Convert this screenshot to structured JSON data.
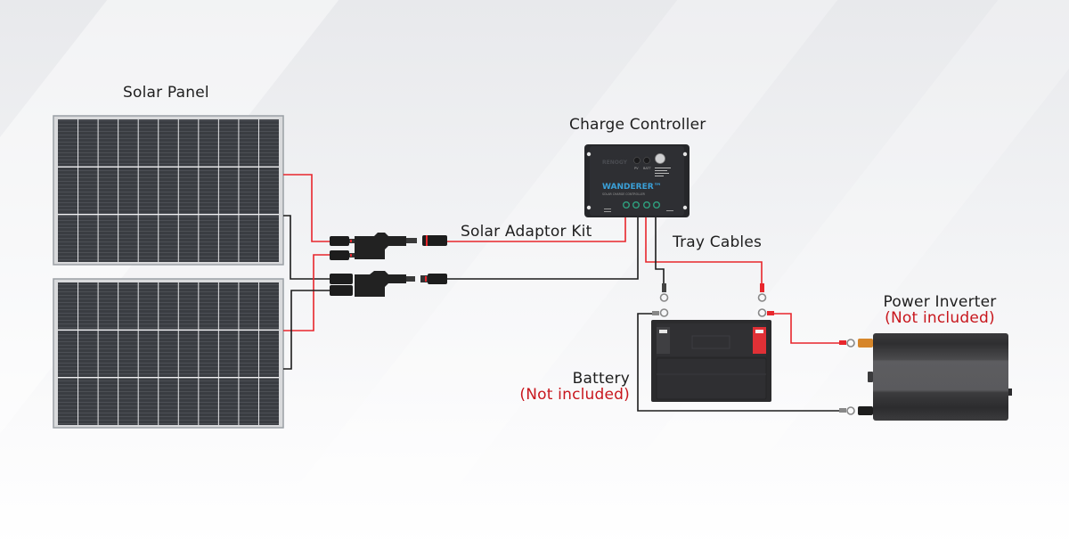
{
  "labels": {
    "solar_panel": "Solar Panel",
    "charge_controller": "Charge Controller",
    "solar_adaptor_kit": "Solar Adaptor Kit",
    "tray_cables": "Tray Cables",
    "power_inverter": "Power Inverter",
    "power_inverter_note": "(Not included)",
    "battery": "Battery",
    "battery_note": "(Not included)"
  },
  "controller": {
    "brand": "WANDERER™",
    "subtitle": "SOLAR CHARGE CONTROLLER",
    "indicator_pv": "PV",
    "indicator_batt": "BATT"
  },
  "colors": {
    "positive_wire": "#e8262c",
    "negative_wire": "#1c1c1c",
    "note_text": "#c8161d",
    "device_body": "#2b2b2d",
    "controller_accent": "#3aa0d8"
  },
  "components": [
    {
      "name": "Solar Panel",
      "count": 2
    },
    {
      "name": "Solar Adaptor Kit"
    },
    {
      "name": "Charge Controller"
    },
    {
      "name": "Tray Cables"
    },
    {
      "name": "Battery",
      "included": false
    },
    {
      "name": "Power Inverter",
      "included": false
    }
  ]
}
